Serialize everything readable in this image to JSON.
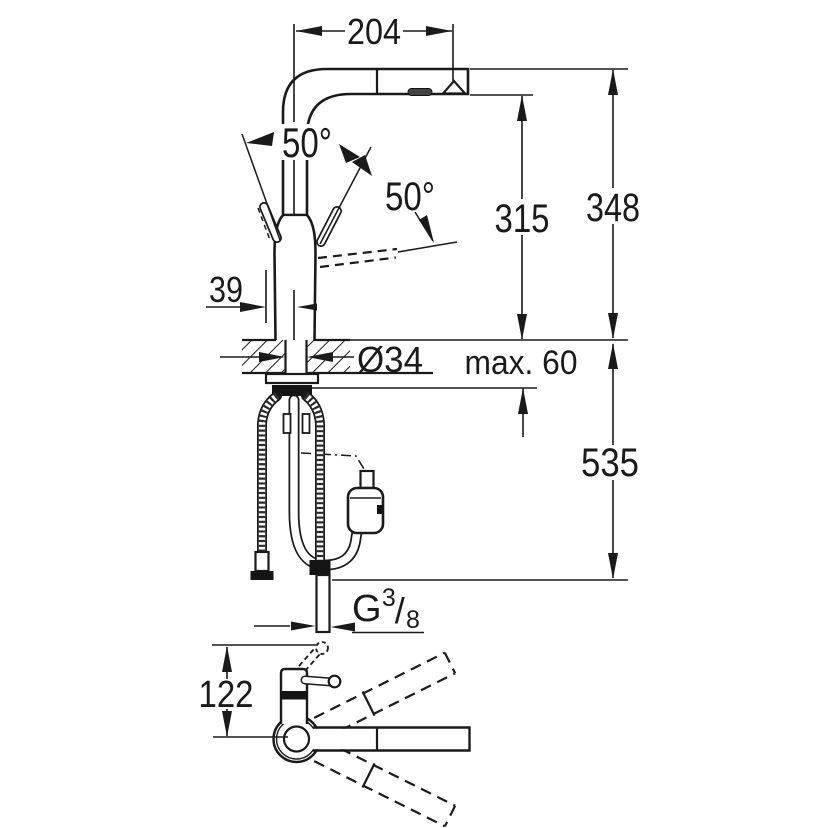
{
  "drawing": {
    "type": "faucet-installation-dimension-drawing",
    "background": "#ffffff",
    "line_color": "#1a1a1a",
    "labels": {
      "spout_reach": "204",
      "handle_angle_back": "50°",
      "handle_angle_front": "50°",
      "height_outlet": "315",
      "height_top": "348",
      "body_width": "39",
      "hole_diameter": "Ø34",
      "max_counter_thickness": "max. 60",
      "hose_length_below": "535",
      "thread_g": "G",
      "thread_numerator": "3",
      "thread_slash": "/",
      "thread_denominator": "8",
      "spout_height_side": "122"
    }
  }
}
